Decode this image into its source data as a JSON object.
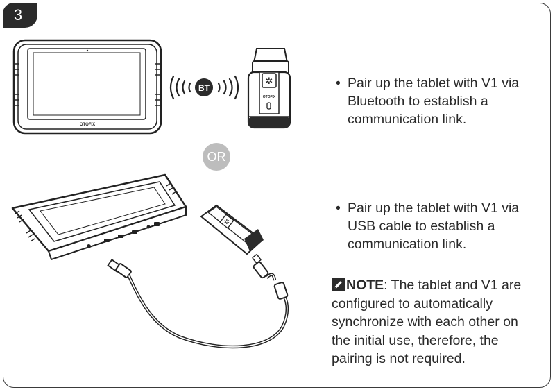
{
  "step": {
    "number": "3"
  },
  "illustrations": {
    "tablet_brand": "OTOFIX",
    "bt_label": "BT",
    "vci_brand": "OTOFIX",
    "or_label": "OR"
  },
  "bullets": [
    {
      "text": "Pair up the tablet with V1 via Bluetooth to establish a communication link."
    },
    {
      "text": "Pair up the tablet with V1 via USB cable to establish a communication link."
    }
  ],
  "note": {
    "icon": "pencil-note-icon",
    "label": "NOTE",
    "text": ": The tablet and V1 are configured to automatically synchronize with each other on the initial use, therefore, the pairing is not required."
  }
}
